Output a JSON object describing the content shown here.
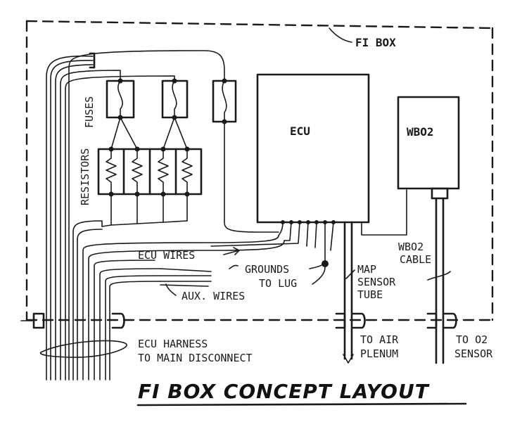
{
  "title": "FI BOX CONCEPT LAYOUT",
  "labels": {
    "box": "FI BOX",
    "fuses": "FUSES",
    "resistors": "RESISTORS",
    "ecu": "ECU",
    "wbo2": "WBO2",
    "ecu_wires": "ECU WIRES",
    "grounds_1": "GROUNDS",
    "grounds_2": "TO LUG",
    "aux_wires": "AUX. WIRES",
    "map_1": "MAP",
    "map_2": "SENSOR",
    "map_3": "TUBE",
    "wbo2_cable_1": "WBO2",
    "wbo2_cable_2": "CABLE",
    "harness_1": "ECU HARNESS",
    "harness_2": "TO MAIN DISCONNECT",
    "air_1": "TO AIR",
    "air_2": "PLENUM",
    "o2_1": "TO O2",
    "o2_2": "SENSOR"
  }
}
